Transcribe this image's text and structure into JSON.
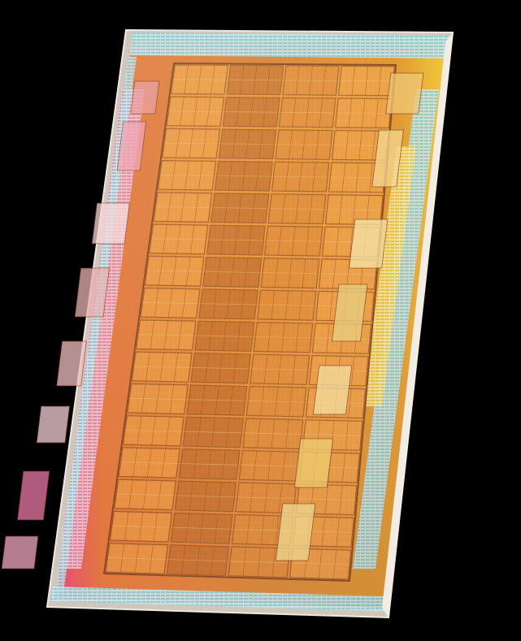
{
  "image": {
    "subject": "die-photo",
    "background_color": "#000000"
  },
  "die": {
    "block_grid": {
      "rows": 16,
      "cols": 4
    },
    "colors": {
      "core_light": "#f0a24a",
      "core_mid": "#dd8a3a",
      "core_dark": "#b8652a",
      "grid_line": "#7a3d1c",
      "left_edge": "#e0477a",
      "right_edge": "#f2c43a",
      "substrate": "#d8cfc4",
      "io_cyan": "#9fd8e0",
      "io_pink": "#e8a8c0",
      "io_yellow": "#f3da6a"
    }
  }
}
